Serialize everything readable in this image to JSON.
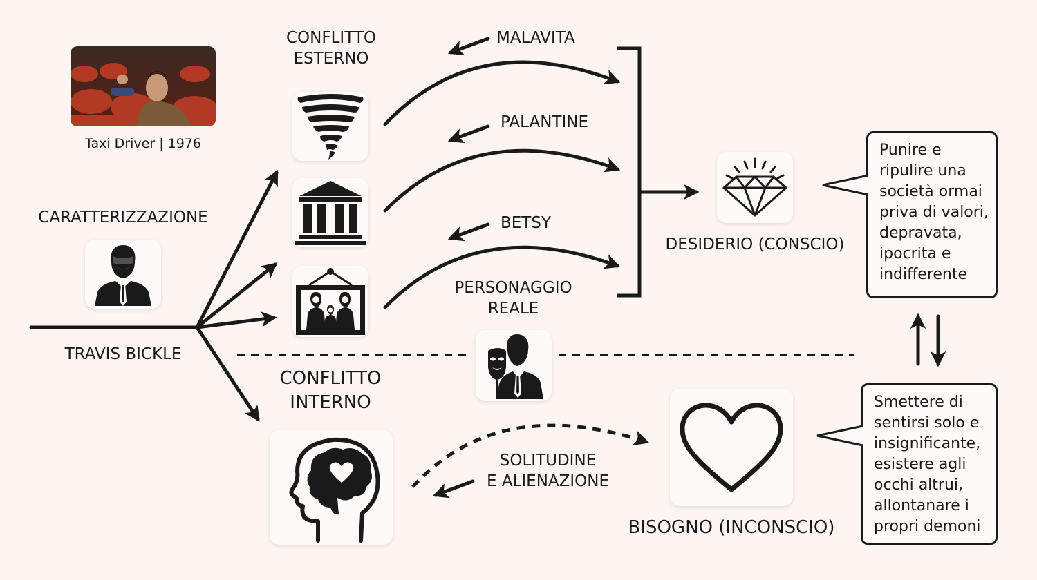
{
  "film": {
    "caption": "Taxi Driver | 1976"
  },
  "labels": {
    "caratterizzazione": "CARATTERIZZAZIONE",
    "protagonist": "TRAVIS BICKLE",
    "conflitto_esterno_1": "CONFLITTO",
    "conflitto_esterno_2": "ESTERNO",
    "conflitto_interno_1": "CONFLITTO",
    "conflitto_interno_2": "INTERNO",
    "personaggio_1": "PERSONAGGIO",
    "personaggio_2": "REALE",
    "desiderio": "DESIDERIO (CONSCIO)",
    "bisogno": "BISOGNO (INCONSCIO)"
  },
  "conflicts": {
    "malavita": "MALAVITA",
    "palantine": "PALANTINE",
    "betsy": "BETSY",
    "solitudine_1": "SOLITUDINE",
    "solitudine_2": "E ALIENAZIONE"
  },
  "bubbles": {
    "desiderio_text": "Punire e\nripulire una\nsocietà ormai\npriva di valori,\ndepravata,\nipocrita e\nindifferente",
    "bisogno_text": "Smettere di\nsentirsi solo e\ninsignificante,\nesistere agli\nocchi altrui,\nallontanare i\npropri demoni"
  },
  "icons": {
    "tornado": "tornado-icon",
    "government": "government-building-icon",
    "family": "family-portrait-icon",
    "person": "person-icon",
    "masked_person": "mask-person-icon",
    "diamond": "diamond-icon",
    "heart": "heart-icon",
    "brain": "head-brain-heart-icon"
  },
  "colors": {
    "background": "#fcf5f1",
    "ink": "#1a1a1a"
  }
}
